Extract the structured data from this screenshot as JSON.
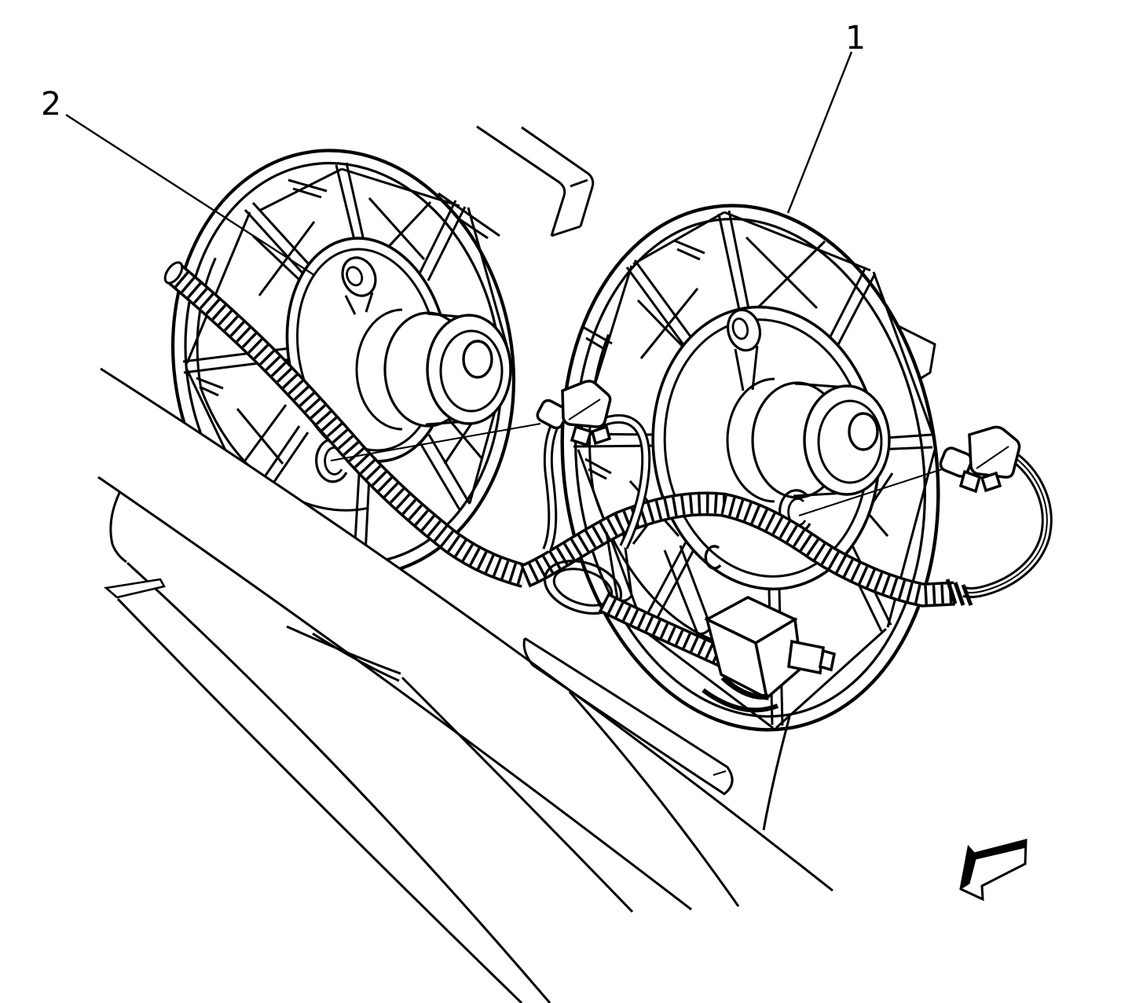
{
  "figure": {
    "kind": "service-manual line illustration",
    "subject": "Dual engine cooling fan motors with wiring harness, clips and connector",
    "background_color": "#ffffff",
    "line_color": "#000000"
  },
  "callouts": [
    {
      "label": "1"
    },
    {
      "label": "2"
    }
  ],
  "icons": {
    "direction_arrow": "view-direction-arrow-pointing-lower-left"
  }
}
